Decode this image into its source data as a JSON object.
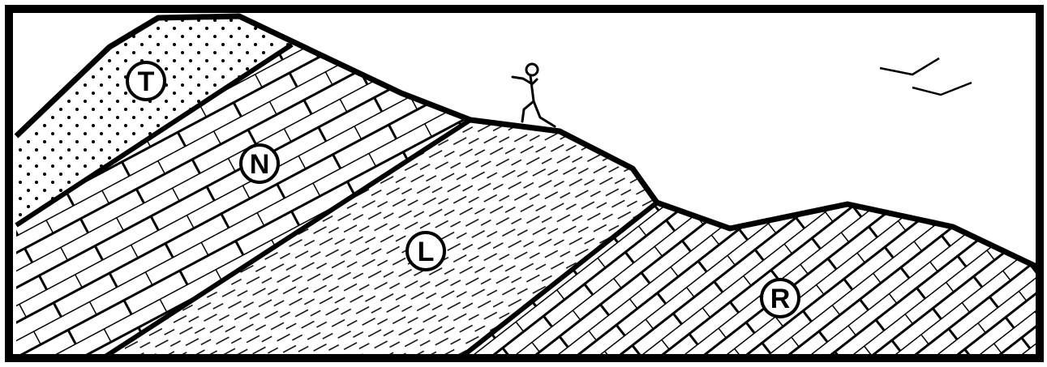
{
  "labels": {
    "T": "T",
    "N": "N",
    "L": "L",
    "R": "R"
  },
  "colors": {
    "ink": "#000000",
    "paper": "#ffffff"
  }
}
